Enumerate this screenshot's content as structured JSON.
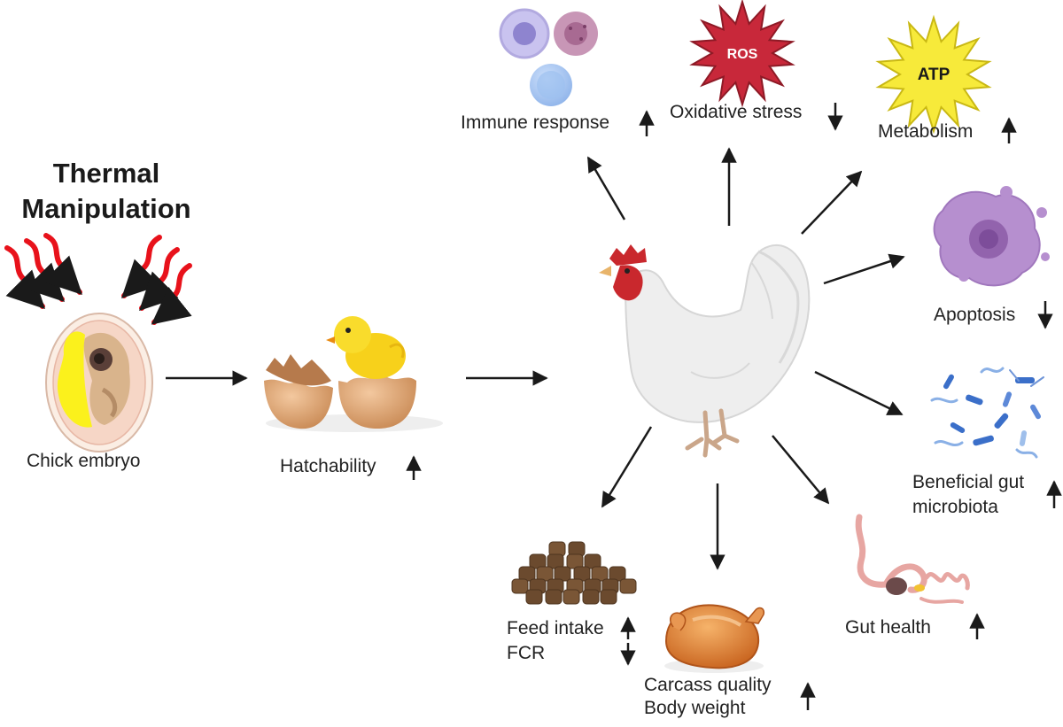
{
  "title": {
    "line1": "Thermal",
    "line2": "Manipulation"
  },
  "labels": {
    "chick_embryo": "Chick embryo",
    "hatchability": "Hatchability",
    "immune_response": "Immune response",
    "oxidative_stress": "Oxidative stress",
    "metabolism": "Metabolism",
    "apoptosis": "Apoptosis",
    "gut_microbiota_1": "Beneficial gut",
    "gut_microbiota_2": "microbiota",
    "gut_health": "Gut health",
    "carcass_quality": "Carcass quality",
    "body_weight": "Body weight",
    "feed_intake": "Feed intake",
    "fcr": "FCR"
  },
  "badges": {
    "ros": "ROS",
    "atp": "ATP"
  },
  "effects": {
    "hatchability": "increase",
    "immune_response": "increase",
    "oxidative_stress": "decrease",
    "metabolism": "increase",
    "apoptosis": "decrease",
    "gut_microbiota": "increase",
    "gut_health": "increase",
    "carcass_quality_body_weight": "increase",
    "feed_intake": "increase",
    "fcr": "decrease"
  },
  "colors": {
    "heat": "#e8121b",
    "arrow": "#1a1a1a",
    "ros": "#c8283a",
    "atp": "#f7ea3a",
    "chick": "#f7d11b",
    "egg": "#e4a675",
    "apoptotic_cell": "#b68fcf",
    "bacteria": "#3b6fc9",
    "feed": "#6b4a2e",
    "carcass": "#d9762a"
  }
}
